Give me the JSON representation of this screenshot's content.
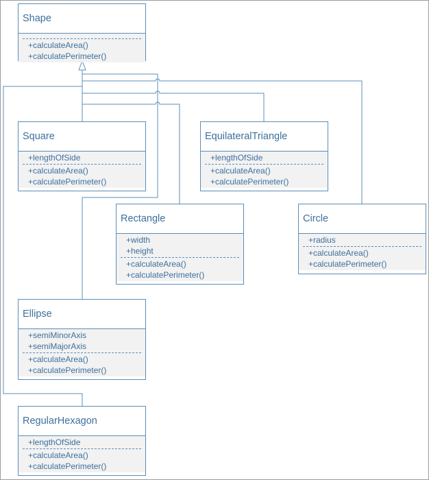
{
  "colors": {
    "line": "#5b8db7",
    "text": "#3d6f9c",
    "compartment_bg": "#f2f2f2",
    "frame": "#9a9a9a"
  },
  "classes": {
    "shape": {
      "name": "Shape",
      "attributes": [],
      "methods": [
        "+calculateArea()",
        "+calculatePerimeter()"
      ]
    },
    "square": {
      "name": "Square",
      "attributes": [
        "+lengthOfSide"
      ],
      "methods": [
        "+calculateArea()",
        "+calculatePerimeter()"
      ]
    },
    "equilateral_triangle": {
      "name": "EquilateralTriangle",
      "attributes": [
        "+lengthOfSide"
      ],
      "methods": [
        "+calculateArea()",
        "+calculatePerimeter()"
      ]
    },
    "rectangle": {
      "name": "Rectangle",
      "attributes": [
        "+width",
        "+height"
      ],
      "methods": [
        "+calculateArea()",
        "+calculatePerimeter()"
      ]
    },
    "circle": {
      "name": "Circle",
      "attributes": [
        "+radius"
      ],
      "methods": [
        "+calculateArea()",
        "+calculatePerimeter()"
      ]
    },
    "ellipse": {
      "name": "Ellipse",
      "attributes": [
        "+semiMinorAxis",
        "+semiMajorAxis"
      ],
      "methods": [
        "+calculateArea()",
        "+calculatePerimeter()"
      ]
    },
    "regular_hexagon": {
      "name": "RegularHexagon",
      "attributes": [
        "+lengthOfSide"
      ],
      "methods": [
        "+calculateArea()",
        "+calculatePerimeter()"
      ]
    }
  },
  "relationships": [
    {
      "type": "generalization",
      "from": "square",
      "to": "shape"
    },
    {
      "type": "generalization",
      "from": "equilateral_triangle",
      "to": "shape"
    },
    {
      "type": "generalization",
      "from": "rectangle",
      "to": "shape"
    },
    {
      "type": "generalization",
      "from": "circle",
      "to": "shape"
    },
    {
      "type": "generalization",
      "from": "ellipse",
      "to": "shape"
    },
    {
      "type": "generalization",
      "from": "regular_hexagon",
      "to": "shape"
    }
  ]
}
